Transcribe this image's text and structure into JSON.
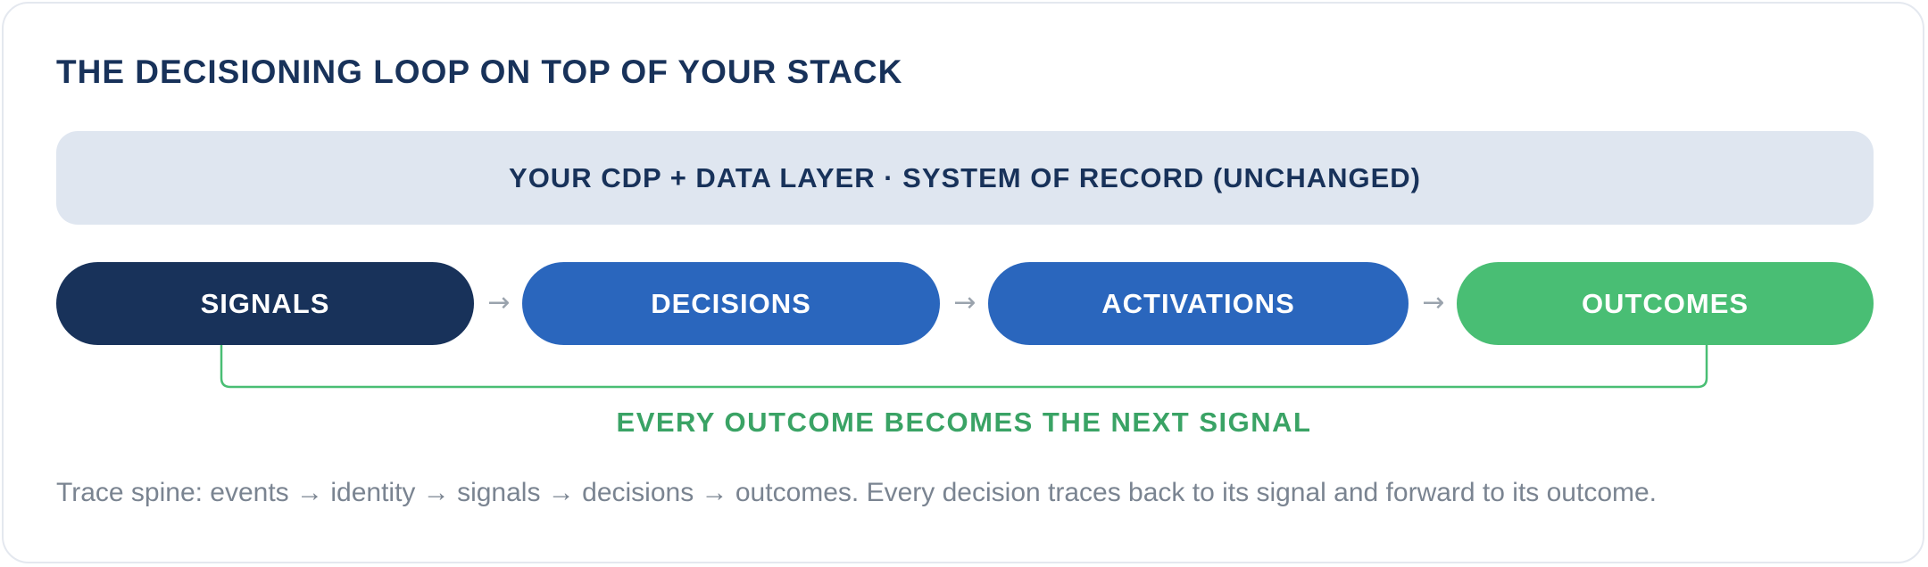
{
  "title": "THE DECISIONING LOOP ON TOP OF YOUR STACK",
  "record_band": "YOUR CDP + DATA LAYER · SYSTEM OF RECORD (UNCHANGED)",
  "stages": [
    {
      "label": "SIGNALS",
      "color": "#18325a"
    },
    {
      "label": "DECISIONS",
      "color": "#2a66bd"
    },
    {
      "label": "ACTIVATIONS",
      "color": "#2a66bd"
    },
    {
      "label": "OUTCOMES",
      "color": "#49be74"
    }
  ],
  "arrow_glyph": "→",
  "loop": {
    "label": "EVERY OUTCOME BECOMES THE NEXT SIGNAL",
    "color": "#3aa365"
  },
  "footnote": "Trace spine: events → identity → signals → decisions → outcomes. Every decision traces back to its signal and forward to its outcome."
}
